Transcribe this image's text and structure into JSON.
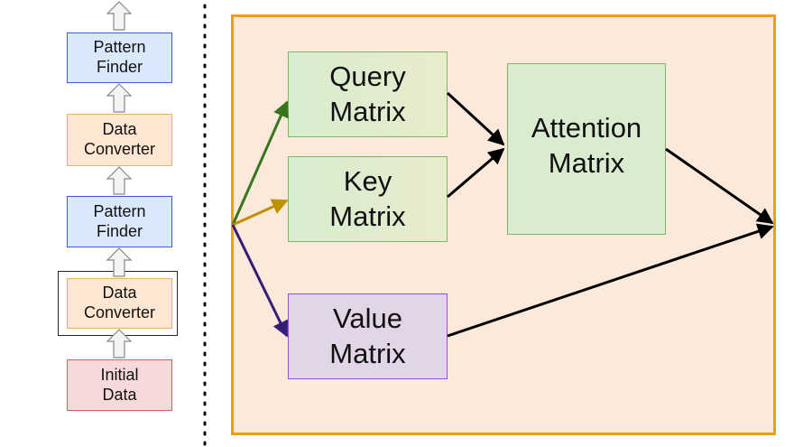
{
  "stack": {
    "top_finder": [
      "Pattern",
      "Finder"
    ],
    "upper_converter": [
      "Data",
      "Converter"
    ],
    "lower_finder": [
      "Pattern",
      "Finder"
    ],
    "lower_converter": [
      "Data",
      "Converter"
    ],
    "initial": [
      "Initial",
      "Data"
    ]
  },
  "attention": {
    "query": [
      "Query",
      "Matrix"
    ],
    "key": [
      "Key",
      "Matrix"
    ],
    "value": [
      "Value",
      "Matrix"
    ],
    "attention": [
      "Attention",
      "Matrix"
    ]
  },
  "colors": {
    "query_arrow": "#38761d",
    "key_arrow": "#bf9000",
    "value_arrow": "#351c75",
    "panel_border": "#f39c12",
    "panel_fill": "#fbeadb"
  }
}
